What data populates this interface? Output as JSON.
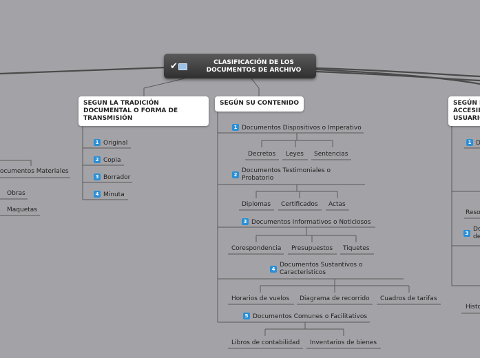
{
  "root": {
    "title": "CLASIFICACIÓN DE LOS DOCUMENTOS DE ARCHIVO",
    "icons": [
      "check-icon",
      "folder-icon"
    ]
  },
  "tradicion": {
    "title": "SEGUN LA TRADICIÓN DOCUMENTAL O FORMA DE TRANSMISIÓN",
    "items": [
      {
        "num": "1",
        "label": "Original"
      },
      {
        "num": "2",
        "label": "Copia"
      },
      {
        "num": "3",
        "label": "Borrador"
      },
      {
        "num": "4",
        "label": "Minuta"
      }
    ]
  },
  "left_partial": {
    "item_label": "ocumentos Materiales",
    "children": [
      "Obras",
      "Maquetas"
    ]
  },
  "contenido": {
    "title": "SEGÚN SU CONTENIDO",
    "groups": [
      {
        "num": "1",
        "label": "Documentos Dispositivos o Imperativo",
        "children": [
          "Decretos",
          "Leyes",
          "Sentencias"
        ]
      },
      {
        "num": "2",
        "label": "Documentos Testimoniales o Probatorio",
        "children": [
          "Diplomas",
          "Certificados",
          "Actas"
        ]
      },
      {
        "num": "3",
        "label": "Documentos Informativos o Noticiosos",
        "children": [
          "Corespondencia",
          "Presupuestos",
          "Tiquetes"
        ]
      },
      {
        "num": "4",
        "label": "Documentos Sustantivos o Caracteristicos",
        "children": [
          "Horarios de vuelos",
          "Diagrama de recorrido",
          "Cuadros de tarifas"
        ]
      },
      {
        "num": "5",
        "label": "Documentos Comunes o Facilitativos",
        "children": [
          "Libros de contabilidad",
          "Inventarios de bienes"
        ]
      }
    ]
  },
  "right_partial": {
    "title": "SEGÚN L ACCESIBI USUARIO",
    "title_lines": [
      "SEGÚN L",
      "ACCESIBI",
      "USUARIO"
    ],
    "item1": {
      "num": "1",
      "label": "D"
    },
    "reso": "Reso",
    "item3": {
      "num": "3",
      "label_lines": [
        "Do",
        "de"
      ]
    },
    "histo": "Histo"
  }
}
